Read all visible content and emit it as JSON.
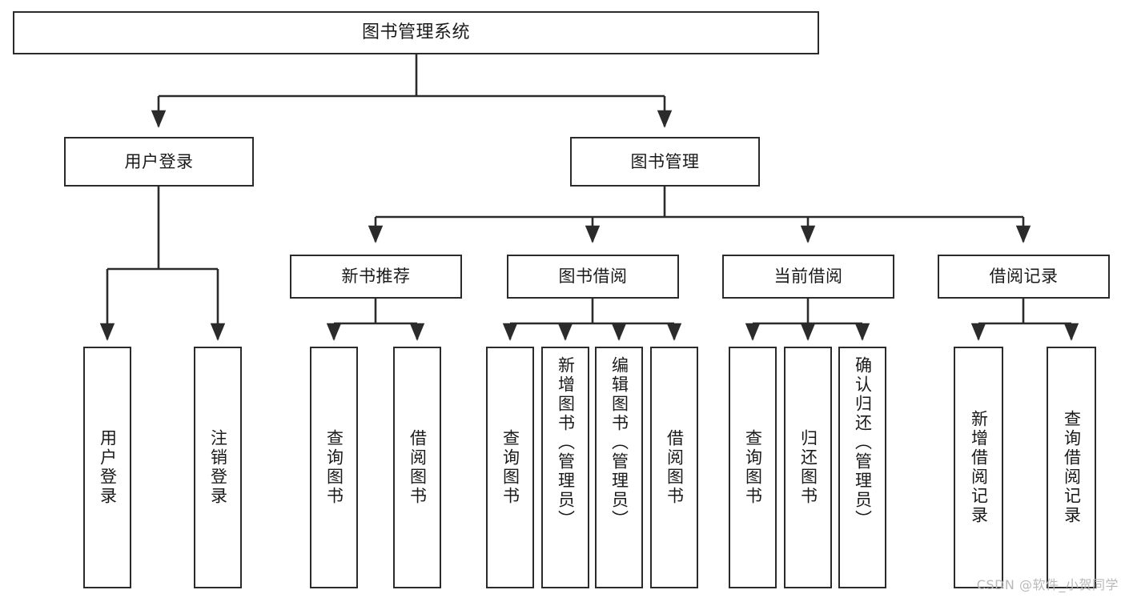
{
  "diagram": {
    "type": "tree-hierarchy",
    "title": "图书管理系统",
    "orientation": "top-down",
    "stroke_color": "#2b2b2b",
    "fill_color": "#ffffff",
    "text_color": "#1a1a1a"
  },
  "watermark": {
    "text": "CSDN @软件_小贺同学",
    "color": "#b9b9b9"
  },
  "nodes": {
    "root": {
      "label": "图书管理系统"
    },
    "level2": [
      {
        "label": "用户登录"
      },
      {
        "label": "图书管理"
      }
    ],
    "level3": [
      {
        "label": "新书推荐"
      },
      {
        "label": "图书借阅"
      },
      {
        "label": "当前借阅"
      },
      {
        "label": "借阅记录"
      }
    ],
    "leaves": {
      "user_login": [
        {
          "label": "用户登录"
        },
        {
          "label": "注销登录"
        }
      ],
      "new_book_recommend": [
        {
          "label": "查询图书"
        },
        {
          "label": "借阅图书"
        }
      ],
      "book_borrow": [
        {
          "label": "查询图书"
        },
        {
          "label": "新增图书（管理员）"
        },
        {
          "label": "编辑图书（管理员）"
        },
        {
          "label": "借阅图书"
        }
      ],
      "current_borrow": [
        {
          "label": "查询图书"
        },
        {
          "label": "归还图书"
        },
        {
          "label": "确认归还（管理员）"
        }
      ],
      "borrow_record": [
        {
          "label": "新增借阅记录"
        },
        {
          "label": "查询借阅记录"
        }
      ]
    }
  }
}
